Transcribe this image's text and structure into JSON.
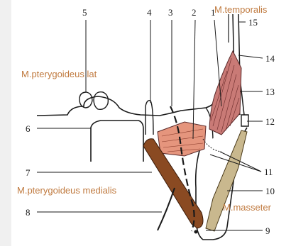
{
  "diagram": {
    "muscle_labels": {
      "temporalis": "M.temporalis",
      "pterygoideus_lateralis": "M.pterygoideus lat",
      "pterygoideus_medialis": "M.pterygoideus medialis",
      "masseter": "M.masseter"
    },
    "numbers": {
      "n1": "1",
      "n2": "2",
      "n3": "3",
      "n4": "4",
      "n5": "5",
      "n6": "6",
      "n7": "7",
      "n8": "8",
      "n9": "9",
      "n10": "10",
      "n11": "11",
      "n12": "12",
      "n13": "13",
      "n14": "14",
      "n15": "15"
    },
    "colors": {
      "temporalis": "#c97a76",
      "pterygoideus_lateralis": "#e5957d",
      "pterygoideus_medialis": "#8a4a22",
      "masseter": "#c9b88e",
      "label_text": "#c07a3f",
      "outline": "#1a1a1a"
    }
  }
}
